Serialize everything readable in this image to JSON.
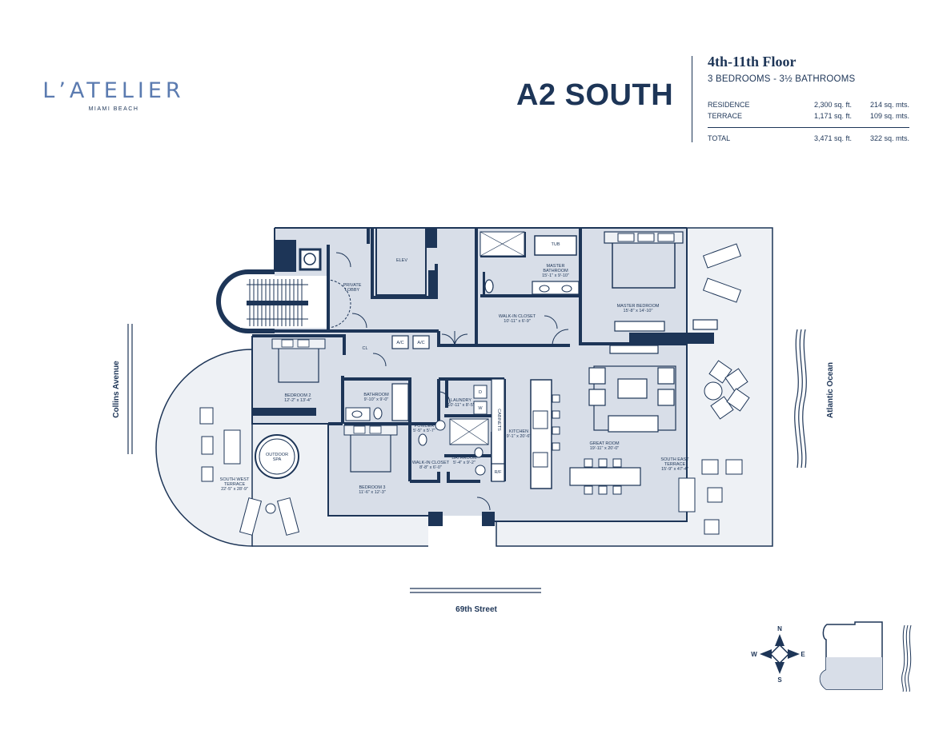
{
  "brand": {
    "name": "L’ATELIER",
    "subtitle": "MIAMI BEACH"
  },
  "unit": {
    "title": "A2 SOUTH",
    "floors": "4th-11th Floor",
    "layout": "3 BEDROOMS - 3½ BATHROOMS"
  },
  "areas": [
    {
      "label": "RESIDENCE",
      "sqft": "2,300 sq. ft.",
      "sqm": "214 sq. mts."
    },
    {
      "label": "TERRACE",
      "sqft": "1,171 sq. ft.",
      "sqm": "109 sq. mts."
    }
  ],
  "total": {
    "label": "TOTAL",
    "sqft": "3,471 sq. ft.",
    "sqm": "322 sq. mts."
  },
  "streets": {
    "west": "Collins Avenue",
    "east": "Atlantic Ocean",
    "south": "69th Street"
  },
  "compass": {
    "n": "N",
    "s": "S",
    "e": "E",
    "w": "W"
  },
  "rooms": {
    "private_lobby": [
      "PRIVATE",
      "LOBBY"
    ],
    "elev": "ELEV",
    "master_bath": [
      "MASTER",
      "BATHROOM",
      "15'-1\" x 9'-10\""
    ],
    "tub": "TUB",
    "walkin_master": [
      "WALK-IN CLOSET",
      "10'-11\" x 6'-9\""
    ],
    "master_bed": [
      "MASTER BEDROOM",
      "15'-8\" x 14'-10\""
    ],
    "cl": "CL",
    "ac1": "A/C",
    "ac2": "A/C",
    "bedroom2": [
      "BEDROOM 2",
      "12'-2\" x 13'-4\""
    ],
    "bathroom_top": [
      "BATHROOM",
      "9'-10\" x 9'-0\""
    ],
    "laundry": [
      "LAUNDRY",
      "10'-11\" x 8'-5\""
    ],
    "powder": [
      "POWDER",
      "5'-5\" x 5'-7\""
    ],
    "cabinets": "CABINETS",
    "kitchen": [
      "KITCHEN",
      "9'-1\" x 20'-6\""
    ],
    "great_room": [
      "GREAT ROOM",
      "19'-11\" x 20'-0\""
    ],
    "walkin_small": [
      "WALK-IN CLOSET",
      "8'-8\" x 6'-0\""
    ],
    "bathroom_bottom": [
      "BATHROOM",
      "5'-4\" x 9'-2\""
    ],
    "rf": "R/F",
    "bedroom3": [
      "BEDROOM 3",
      "11'-6\" x 12'-3\""
    ],
    "outdoor_spa": [
      "OUTDOOR",
      "SPA"
    ],
    "sw_terrace": [
      "SOUTH WEST",
      "TERRACE",
      "22'-5\" x 28'-9\""
    ],
    "se_terrace": [
      "SOUTH EAST",
      "TERRACE",
      "15'-9\" x 47'-4\""
    ],
    "d": "D",
    "w": "W"
  },
  "colors": {
    "navy": "#1d3557",
    "room_fill": "#d8dee8",
    "terrace_fill": "#eef1f5",
    "brand_blue": "#5b7bb0"
  }
}
